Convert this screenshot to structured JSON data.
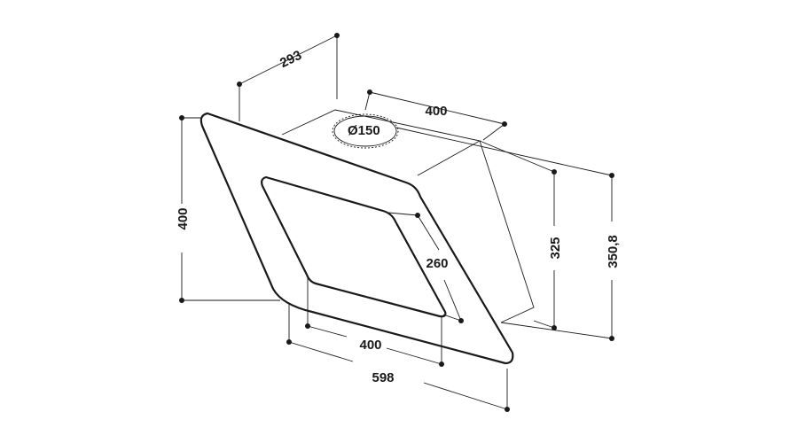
{
  "dimensions": {
    "depth_top": "293",
    "width_top": "400",
    "duct": "Ø150",
    "height_left": "400",
    "glass_diag": "260",
    "height_inner": "325",
    "height_outer": "350,8",
    "width_inner": "400",
    "width_outer": "598"
  }
}
